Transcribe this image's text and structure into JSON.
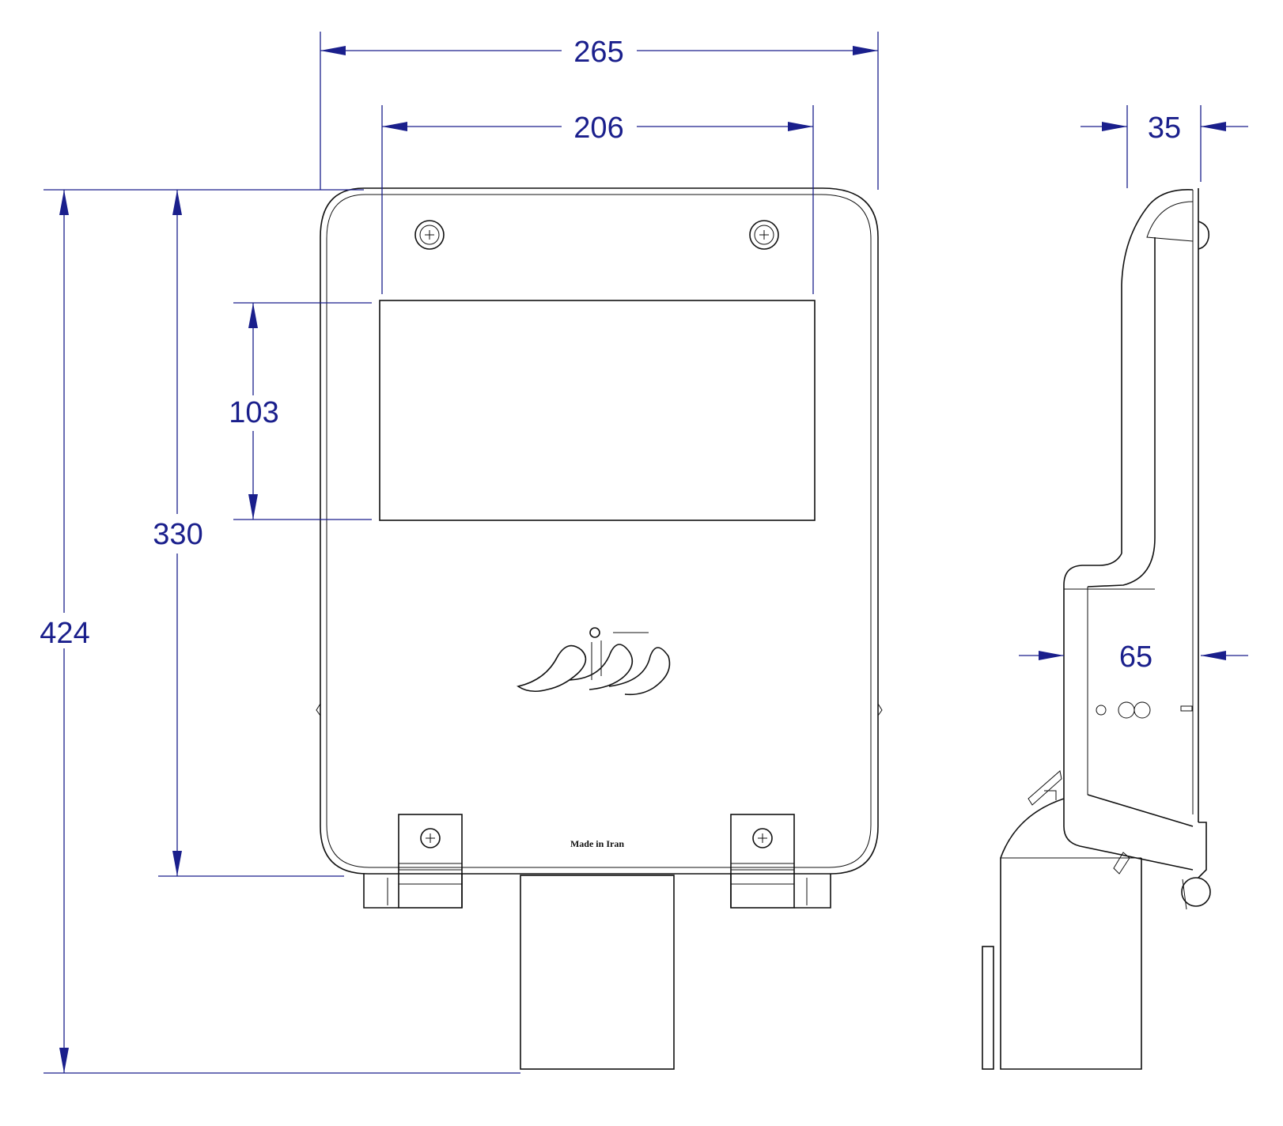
{
  "dimensions": {
    "width_overall": "265",
    "width_display": "206",
    "depth_top": "35",
    "height_display": "103",
    "height_body": "330",
    "height_overall": "424",
    "depth_body": "65"
  },
  "labels": {
    "made_in": "Made in Iran"
  },
  "colors": {
    "dimension": "#1a1f8c",
    "outline": "#111111",
    "background": "#ffffff"
  },
  "icons": {
    "logo": "brand-logo-persian-calligraphy",
    "screw": "phillips-screw-icon"
  }
}
